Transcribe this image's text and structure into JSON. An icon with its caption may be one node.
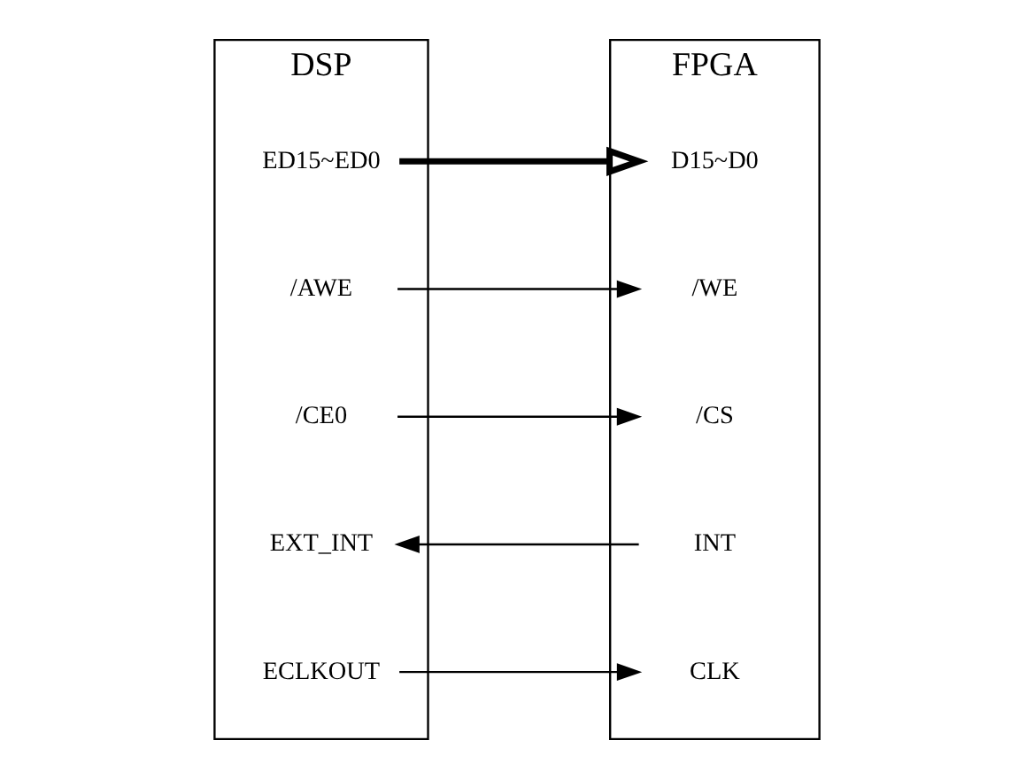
{
  "diagram": {
    "nodes": [
      {
        "text": [
          "DSP"
        ]
      },
      {
        "text": [
          "ED15~ED0"
        ],
        "in": 0
      },
      {
        "text": [
          "/AWE"
        ],
        "in": 0
      },
      {
        "text": [
          "/CE0"
        ],
        "in": 0
      },
      {
        "text": [
          "EXT_INT"
        ],
        "in": 0
      },
      {
        "text": [
          "ECLKOUT"
        ],
        "in": 0
      },
      {
        "text": [
          "FPGA"
        ]
      },
      {
        "text": [
          "D15~D0"
        ],
        "in": 6
      },
      {
        "text": [
          "/WE"
        ],
        "in": 6
      },
      {
        "text": [
          "/CS"
        ],
        "in": 6
      },
      {
        "text": [
          "INT"
        ],
        "in": 6
      },
      {
        "text": [
          "CLK"
        ],
        "in": 6
      }
    ],
    "edges": [
      {
        "from": 1,
        "to": 7,
        "arrow": "to",
        "style": "thick"
      },
      {
        "from": 2,
        "to": 8,
        "arrow": "to"
      },
      {
        "from": 3,
        "to": 9,
        "arrow": "to"
      },
      {
        "from": 10,
        "to": 4,
        "arrow": "to"
      },
      {
        "from": 5,
        "to": 11,
        "arrow": "to"
      }
    ]
  }
}
